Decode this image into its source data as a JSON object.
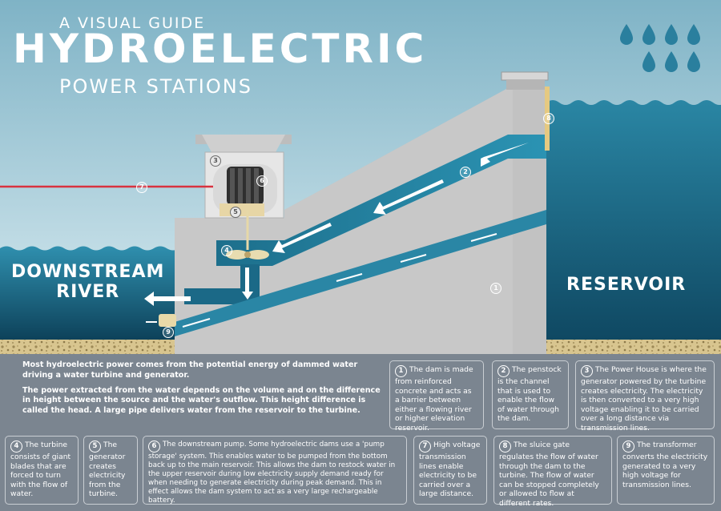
{
  "header": {
    "kicker": "A VISUAL GUIDE",
    "title": "HYDROELECTRIC",
    "subtitle": "POWER STATIONS"
  },
  "labels": {
    "downstream_line1": "DOWNSTREAM",
    "downstream_line2": "RIVER",
    "reservoir": "RESERVOIR"
  },
  "markers": [
    "1",
    "2",
    "3",
    "4",
    "5",
    "6",
    "7",
    "8",
    "9"
  ],
  "intro": {
    "p1": "Most hydroelectric power comes from the potential energy of dammed water driving a water turbine and generator.",
    "p2": "The power extracted from the water depends on the volume and on the difference in height between the source and the water's outflow. This height difference is called the head. A large pipe delivers water from the reservoir to the turbine."
  },
  "notes": [
    {
      "num": "1",
      "text": "The dam is made from reinforced concrete and acts as a barrier between either a flowing river or higher elevation reservoir."
    },
    {
      "num": "2",
      "text": "The penstock is the channel that is used to enable the flow of water through the dam."
    },
    {
      "num": "3",
      "text": "The Power House is where the generator powered by the turbine creates electricity. The electricity is then converted to a very high voltage enabling it to be carried over a long distance via transmission lines."
    },
    {
      "num": "4",
      "text": "The turbine consists of giant blades that are forced to turn with the flow of water."
    },
    {
      "num": "5",
      "text": "The generator creates electricity from the turbine."
    },
    {
      "num": "6",
      "text": "The downstream pump. Some hydroelectric dams use a 'pump storage' system. This enables water to be pumped from the bottom back up to the main reservoir. This allows the dam to restock water in the upper reservoir during low electricity supply demand ready for when needing to generate electricity during peak demand. This in effect allows the dam system to act as a very large rechargeable battery."
    },
    {
      "num": "7",
      "text": "High voltage transmission lines enable electricity to be carried over a large distance."
    },
    {
      "num": "8",
      "text": "The sluice gate regulates the flow of water through the dam to the turbine. The flow of water can be stopped completely or allowed to flow at different rates."
    },
    {
      "num": "9",
      "text": "The transformer converts the electricity generated to a very high voltage for transmission lines."
    }
  ],
  "colors": {
    "sky_top": "#7fb3c6",
    "sky_bottom": "#d9ecf1",
    "water_top": "#1f6f8b",
    "water_bottom": "#0f4760",
    "concrete": "#bfbfbf",
    "gravel": "#d9c690",
    "panel": "#7b8590",
    "transmission_line": "#d9303c"
  },
  "icons": [
    "raindrop-icon",
    "flow-arrow-icon",
    "turbine-icon",
    "generator-icon",
    "transformer-icon"
  ]
}
